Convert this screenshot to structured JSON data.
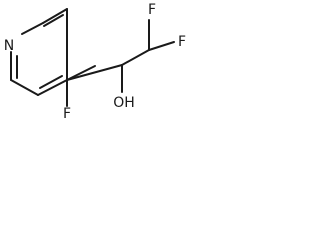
{
  "structure": {
    "atoms": {
      "ring_nitrogen": "N",
      "ring_fluorine": "F",
      "hydroxyl": "OH",
      "difluoro_f1": "F",
      "difluoro_f2": "F"
    }
  },
  "colors": {
    "ink": "#1a1a1a",
    "background": "#ffffff"
  }
}
